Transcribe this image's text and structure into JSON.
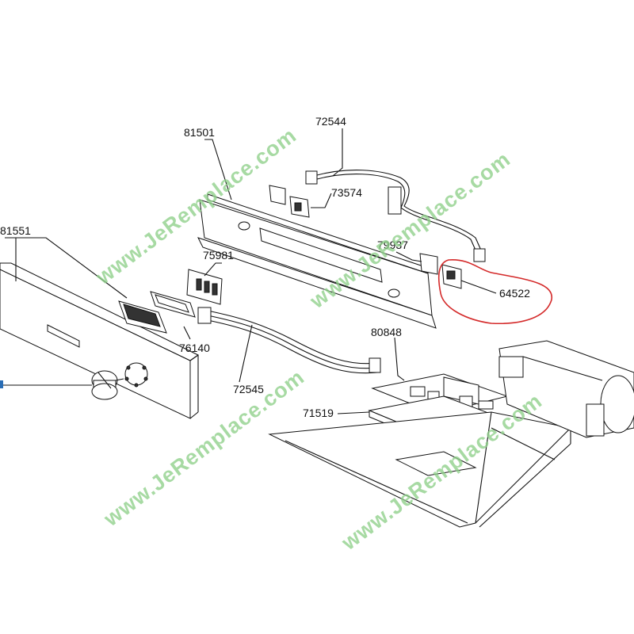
{
  "diagram": {
    "part_numbers": {
      "p81501": "81501",
      "p72544": "72544",
      "p73574": "73574",
      "p81551": "81551",
      "p75981": "75981",
      "p79937": "79937",
      "p64522": "64522",
      "p80848": "80848",
      "p76140": "76140",
      "p72545": "72545",
      "p71519": "71519"
    },
    "watermark": "www.JeRemplace.com",
    "highlight_color": "#d42a2a",
    "watermark_color": "#8fd08a",
    "line_color": "#111111"
  }
}
